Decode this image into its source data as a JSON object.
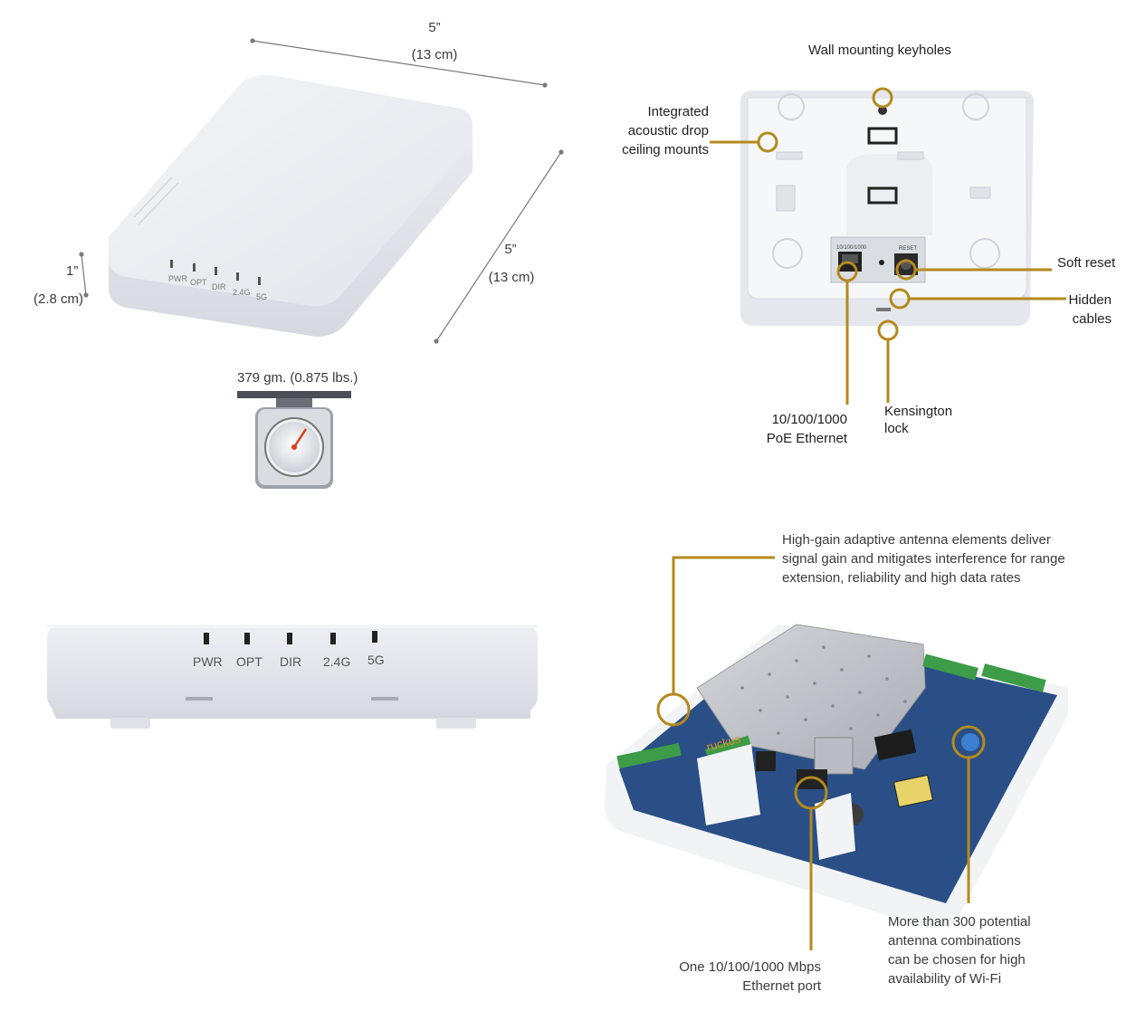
{
  "colors": {
    "callout": "#b38a1e",
    "device": "#eceef2",
    "pcb": "#2a4f86",
    "dim_line": "#777777"
  },
  "dimensions": {
    "width_in": "5”",
    "width_cm": "(13 cm)",
    "depth_in": "5”",
    "depth_cm": "(13 cm)",
    "height_in": "1”",
    "height_cm": "(2.8 cm)",
    "weight": "379 gm. (0.875 lbs.)"
  },
  "front_leds": [
    "PWR",
    "OPT",
    "DIR",
    "2.4G",
    "5G"
  ],
  "side_leds": [
    "PWR",
    "OPT",
    "DIR",
    "2.4G",
    "5G"
  ],
  "back_panel": {
    "port_label": "10/100/1000",
    "reset_label": "RESET",
    "callouts": {
      "wall_mount": "Wall mounting keyholes",
      "ceiling_mount": [
        "Integrated",
        "acoustic drop",
        "ceiling mounts"
      ],
      "soft_reset": "Soft reset",
      "hidden_cables": [
        "Hidden",
        "cables"
      ],
      "ethernet": [
        "10/100/1000",
        "PoE Ethernet"
      ],
      "kensington": [
        "Kensington",
        "lock"
      ]
    }
  },
  "internals": {
    "brand_mark": "ruckus",
    "callouts": {
      "antenna": [
        "High-gain adaptive antenna elements deliver",
        "signal gain and mitigates interference for range",
        "extension, reliability and high data rates"
      ],
      "ethernet_port": [
        "One 10/100/1000 Mbps",
        "Ethernet port"
      ],
      "combinations": [
        "More than 300 potential",
        "antenna combinations",
        "can be chosen for high",
        "availability of Wi-Fi"
      ]
    }
  }
}
